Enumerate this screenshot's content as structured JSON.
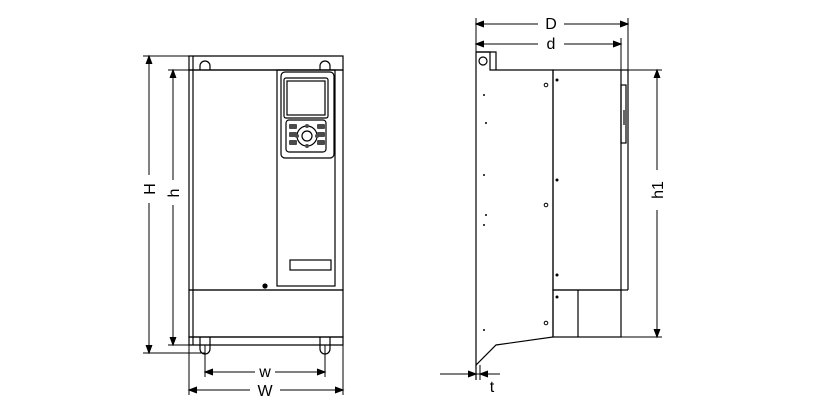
{
  "front_view": {
    "height_outer": "H",
    "height_inner": "h",
    "width_inner": "w",
    "width_outer": "W"
  },
  "side_view": {
    "depth_outer": "D",
    "depth_inner": "d",
    "height_mount": "h1",
    "thickness": "t"
  },
  "colors": {
    "line": "#000000",
    "background": "#ffffff",
    "keypad_fill": "#4a4a4a"
  },
  "icons": [
    "mounting-hole-icon",
    "keypad-button-icon"
  ]
}
